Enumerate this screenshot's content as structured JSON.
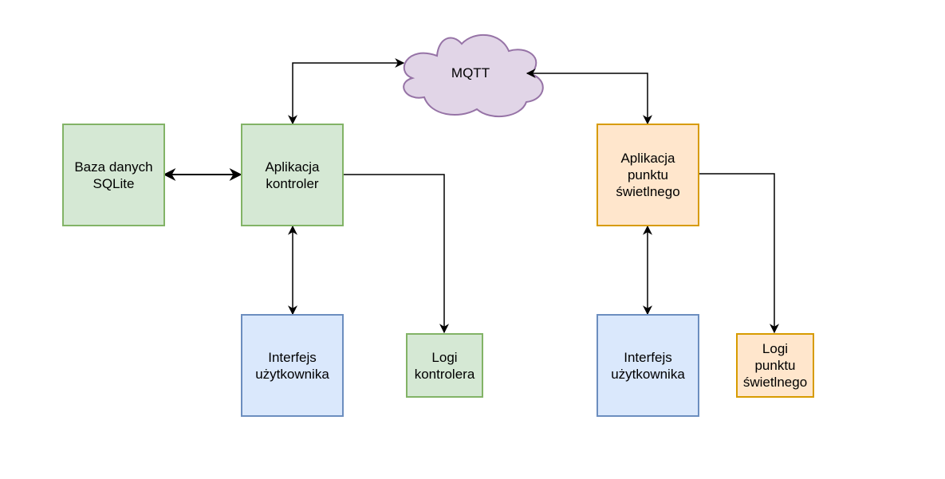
{
  "cloud": {
    "label": "MQTT"
  },
  "nodes": {
    "database": "Baza danych\nSQLite",
    "controller_app": "Aplikacja\nkontroler",
    "controller_ui": "Interfejs\nużytkownika",
    "controller_logs": "Logi\nkontrolera",
    "lightpoint_app": "Aplikacja\npunktu\nświetlnego",
    "lightpoint_ui": "Interfejs\nużytkownika",
    "lightpoint_logs": "Logi\npunktu\nświetlnego"
  },
  "colors": {
    "green_fill": "#d5e8d4",
    "green_stroke": "#82b366",
    "orange_fill": "#ffe6cc",
    "orange_stroke": "#d79b00",
    "blue_fill": "#dae8fc",
    "blue_stroke": "#6c8ebf",
    "cloud_fill": "#e1d5e7",
    "cloud_stroke": "#9673a6"
  }
}
